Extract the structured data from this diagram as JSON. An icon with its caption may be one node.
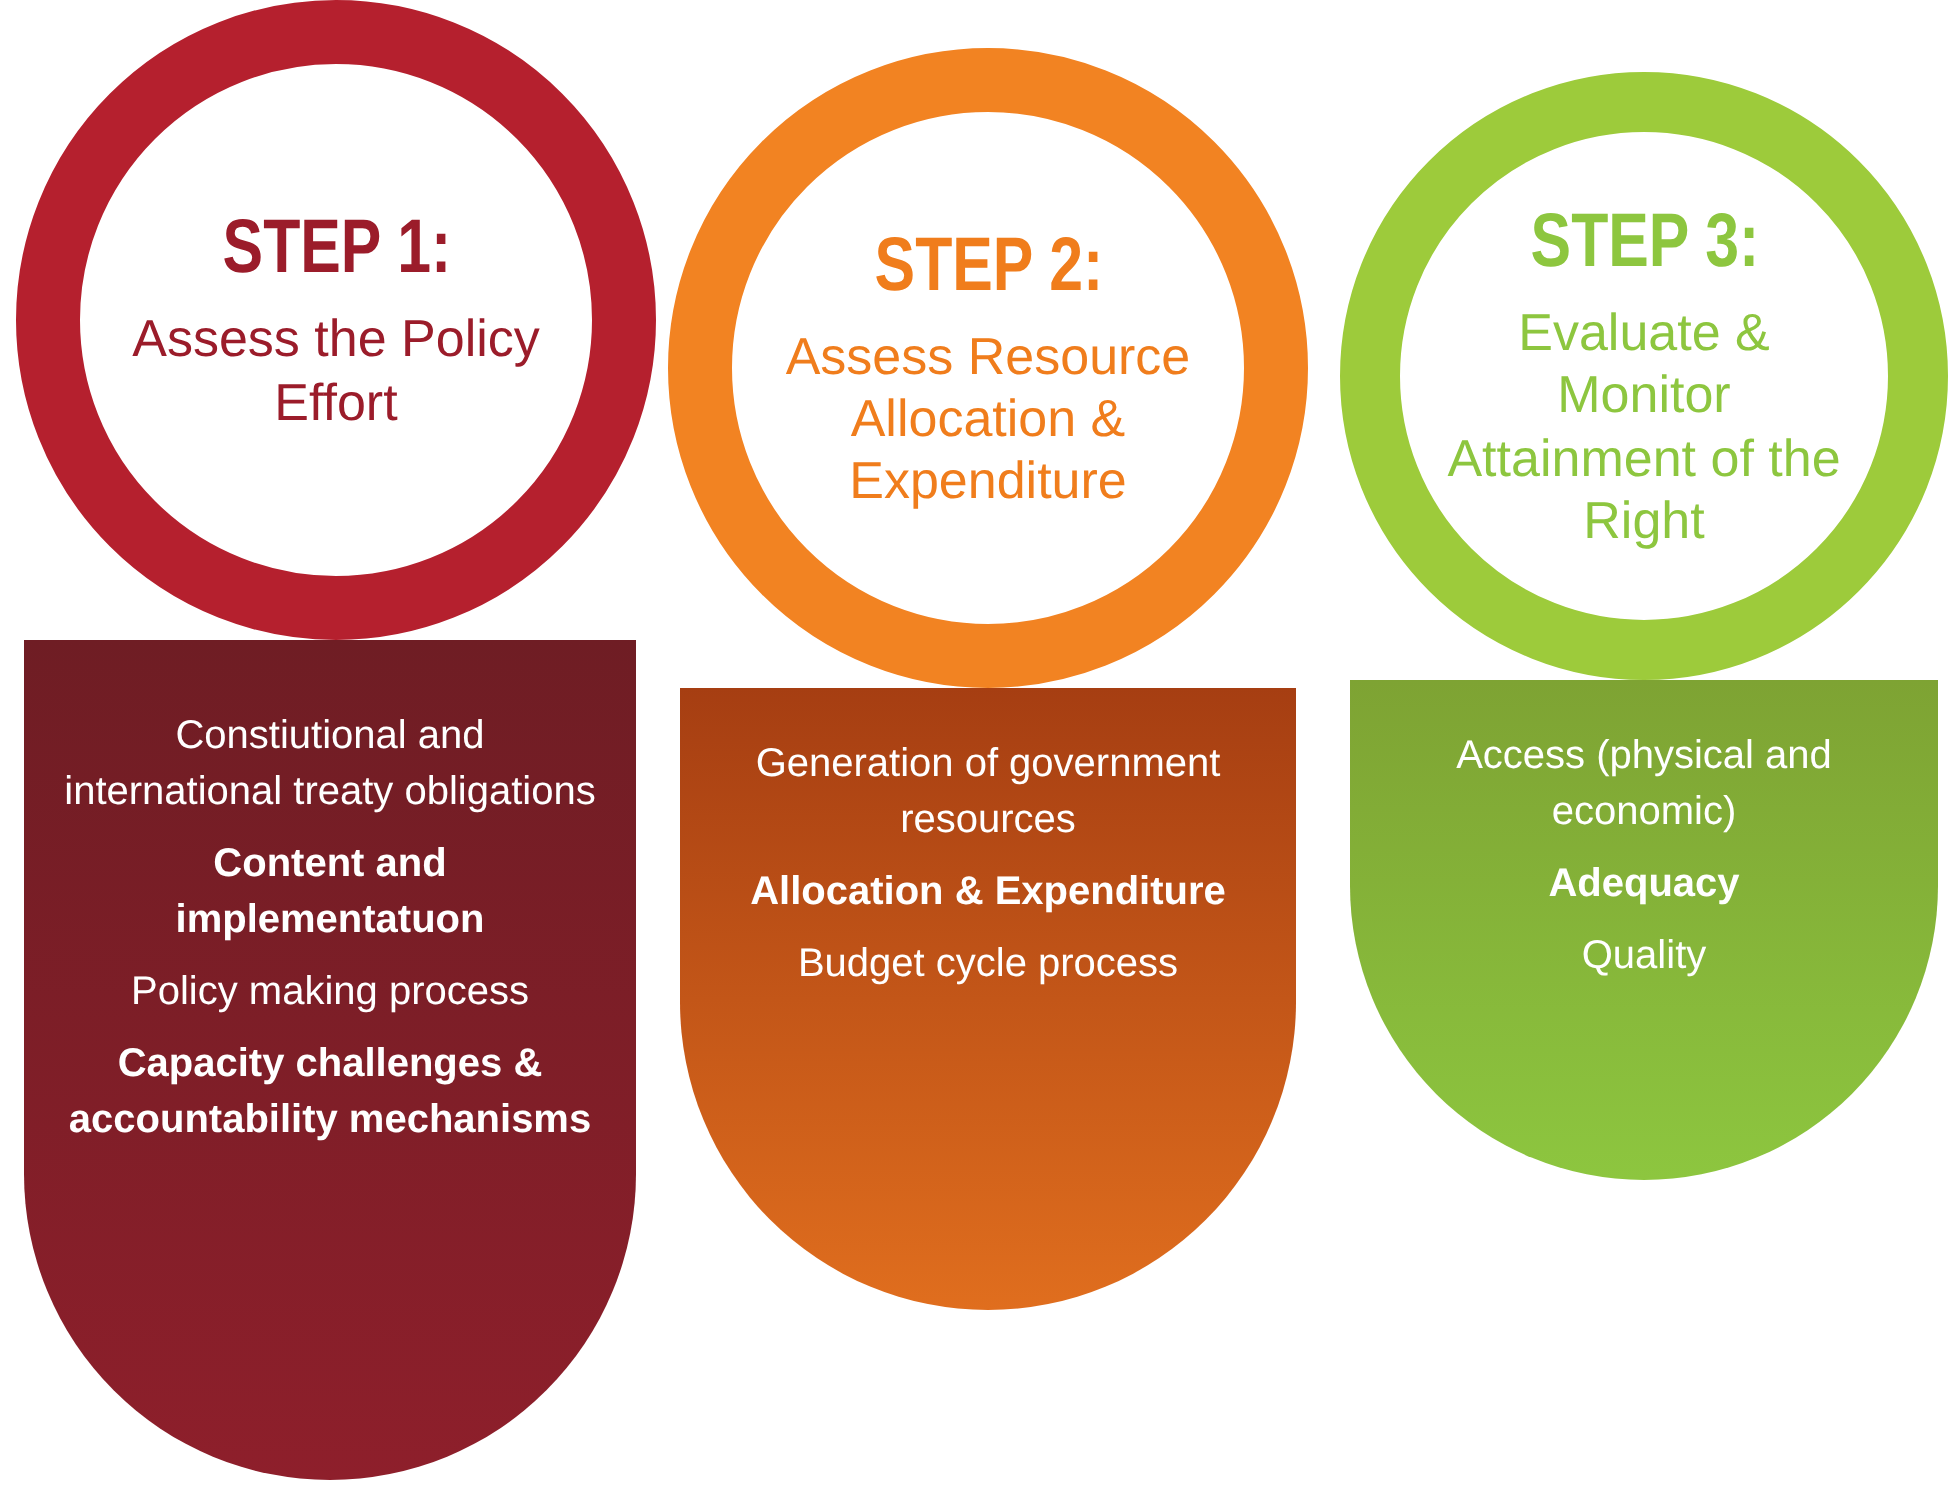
{
  "diagram": {
    "nodes": [
      {
        "text": [
          "STEP 1:",
          "Assess the Policy Effort"
        ]
      },
      {
        "text": [
          "Constiutional and international treaty obligations",
          "Content and implementatuon",
          "Policy making process",
          "Capacity challenges & accountability mechanisms"
        ]
      },
      {
        "text": [
          "STEP 2:",
          "Assess Resource Allocation & Expenditure"
        ]
      },
      {
        "text": [
          "Generation of government resources",
          "Allocation & Expenditure",
          "Budget cycle process"
        ]
      },
      {
        "text": [
          "STEP 3:",
          "Evaluate & Monitor Attainment of the Right"
        ]
      },
      {
        "text": [
          "Access (physical and economic)",
          "Adequacy",
          "Quality"
        ]
      }
    ]
  }
}
